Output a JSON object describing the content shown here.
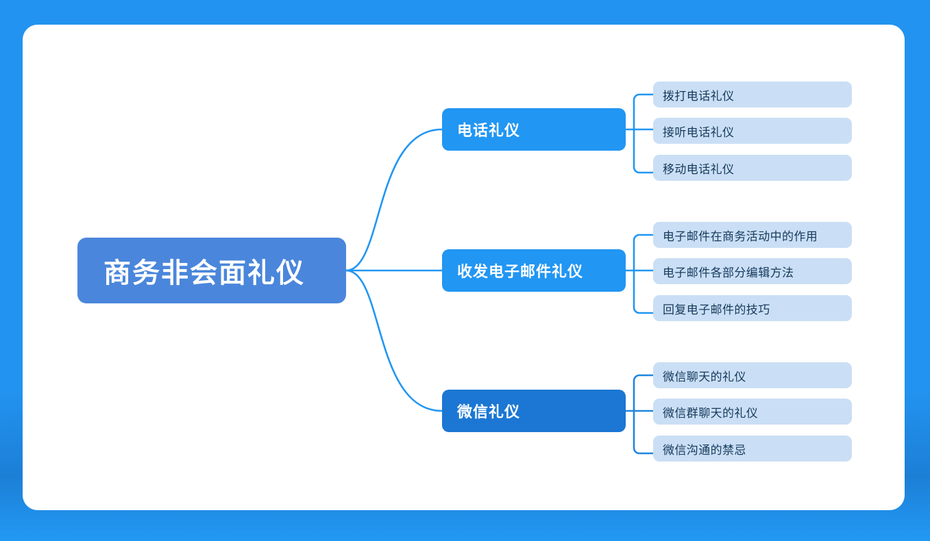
{
  "diagram": {
    "type": "mindmap",
    "title": "商务非会面礼仪",
    "colors": {
      "page_background": "#2293f0",
      "card_background": "#ffffff",
      "root_node": "#4a86db",
      "branch_node": "#2196f3",
      "branch_node_alt": "#1b77d3",
      "leaf_node": "#cadff5",
      "leaf_text": "#16395c",
      "connector": "#2196f3",
      "node_text": "#ffffff"
    },
    "root": {
      "label": "商务非会面礼仪"
    },
    "branches": [
      {
        "label": "电话礼仪",
        "color": "#2196f3",
        "children": [
          {
            "label": "拨打电话礼仪"
          },
          {
            "label": "接听电话礼仪"
          },
          {
            "label": "移动电话礼仪"
          }
        ]
      },
      {
        "label": "收发电子邮件礼仪",
        "color": "#2196f3",
        "children": [
          {
            "label": "电子邮件在商务活动中的作用"
          },
          {
            "label": "电子邮件各部分编辑方法"
          },
          {
            "label": "回复电子邮件的技巧"
          }
        ]
      },
      {
        "label": "微信礼仪",
        "color": "#1b77d3",
        "children": [
          {
            "label": "微信聊天的礼仪"
          },
          {
            "label": "微信群聊天的礼仪"
          },
          {
            "label": "微信沟通的禁忌"
          }
        ]
      }
    ]
  }
}
